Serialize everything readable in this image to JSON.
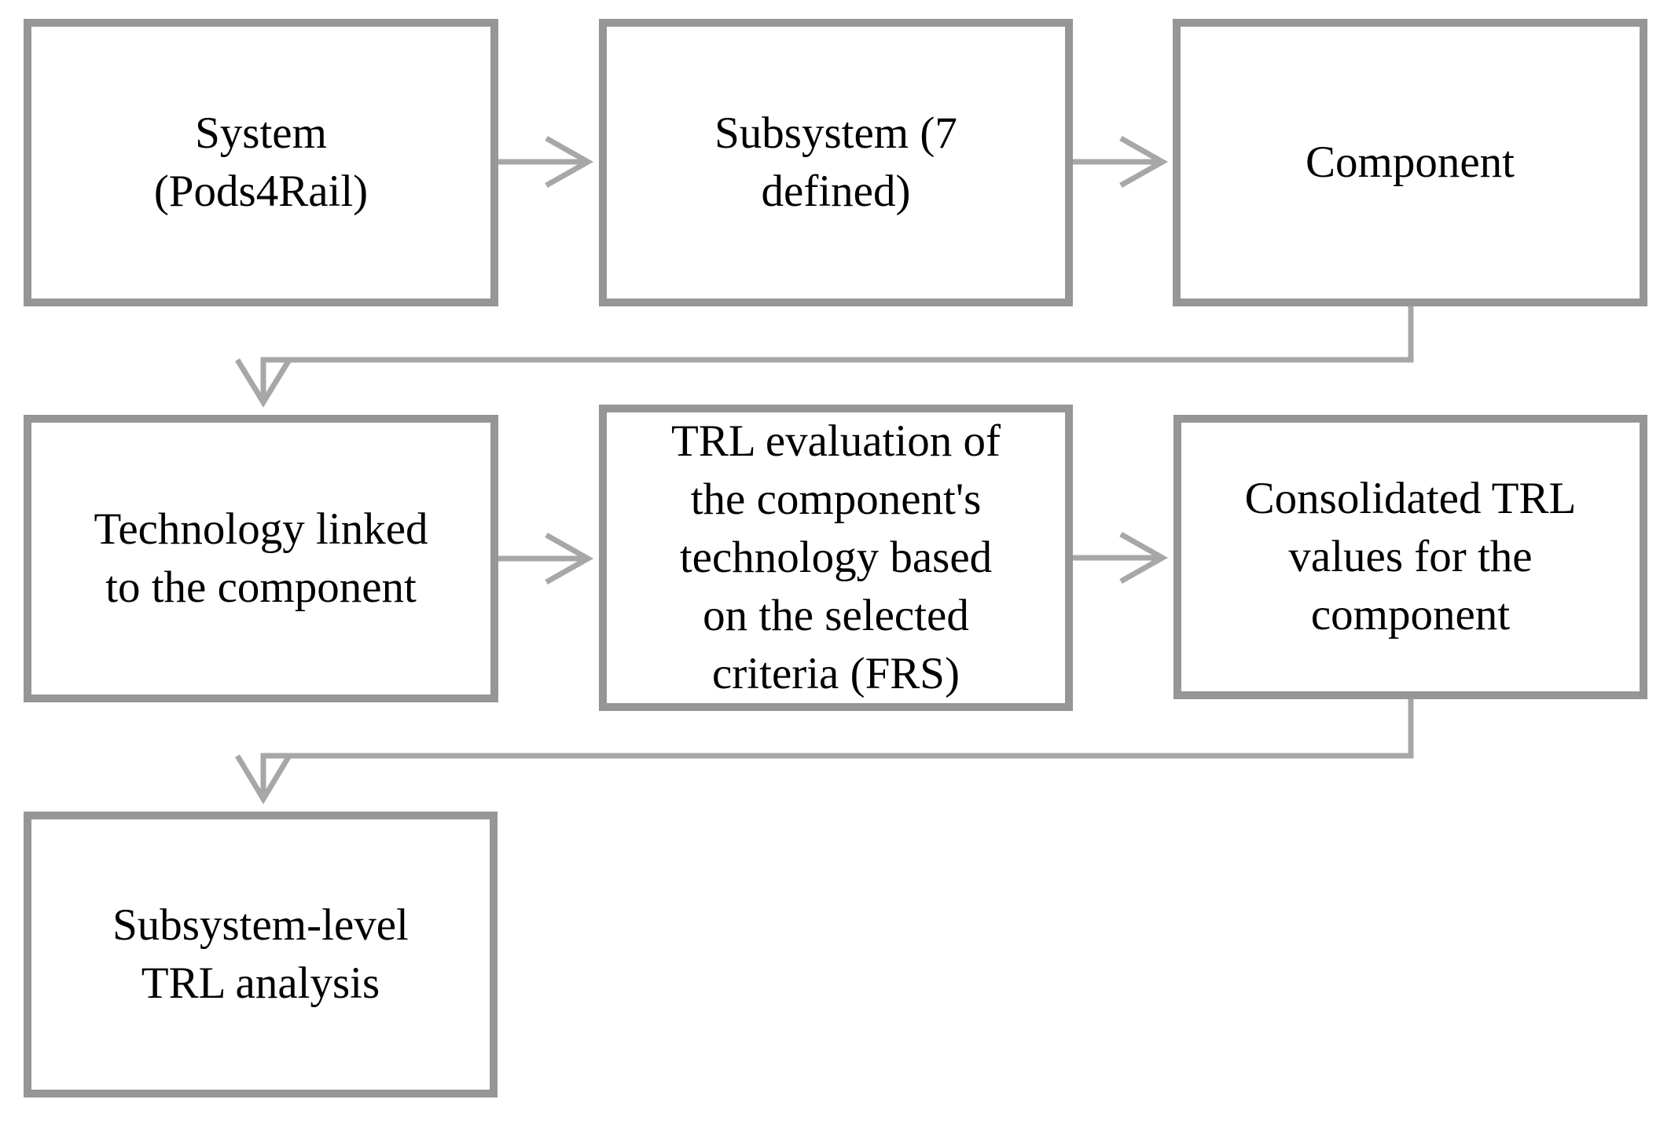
{
  "figure": {
    "type": "flowchart",
    "description": "TRL evaluation process flow for Pods4Rail system"
  },
  "colors": {
    "box_border": "#969696",
    "connector": "#a7a7a7",
    "elbow_connector": "#9d9d9d",
    "box_background": "#ffffff",
    "text": "#000000"
  },
  "boxes": [
    {
      "id": "system",
      "label": "System\n(Pods4Rail)"
    },
    {
      "id": "subsystem",
      "label": "Subsystem (7\ndefined)"
    },
    {
      "id": "component",
      "label": "Component"
    },
    {
      "id": "technology",
      "label": "Technology linked\nto the component"
    },
    {
      "id": "trl_eval",
      "label": "TRL evaluation of\nthe component's\ntechnology based\non the selected\ncriteria (FRS)"
    },
    {
      "id": "consolidated",
      "label": "Consolidated TRL\nvalues for the\ncomponent"
    },
    {
      "id": "analysis",
      "label": "Subsystem-level\nTRL analysis"
    }
  ],
  "connections": [
    {
      "from": "system",
      "to": "subsystem",
      "style": "straight-right"
    },
    {
      "from": "subsystem",
      "to": "component",
      "style": "straight-right"
    },
    {
      "from": "component",
      "to": "technology",
      "style": "elbow-down-left"
    },
    {
      "from": "technology",
      "to": "trl_eval",
      "style": "straight-right"
    },
    {
      "from": "trl_eval",
      "to": "consolidated",
      "style": "straight-right"
    },
    {
      "from": "consolidated",
      "to": "analysis",
      "style": "elbow-down-left"
    }
  ]
}
